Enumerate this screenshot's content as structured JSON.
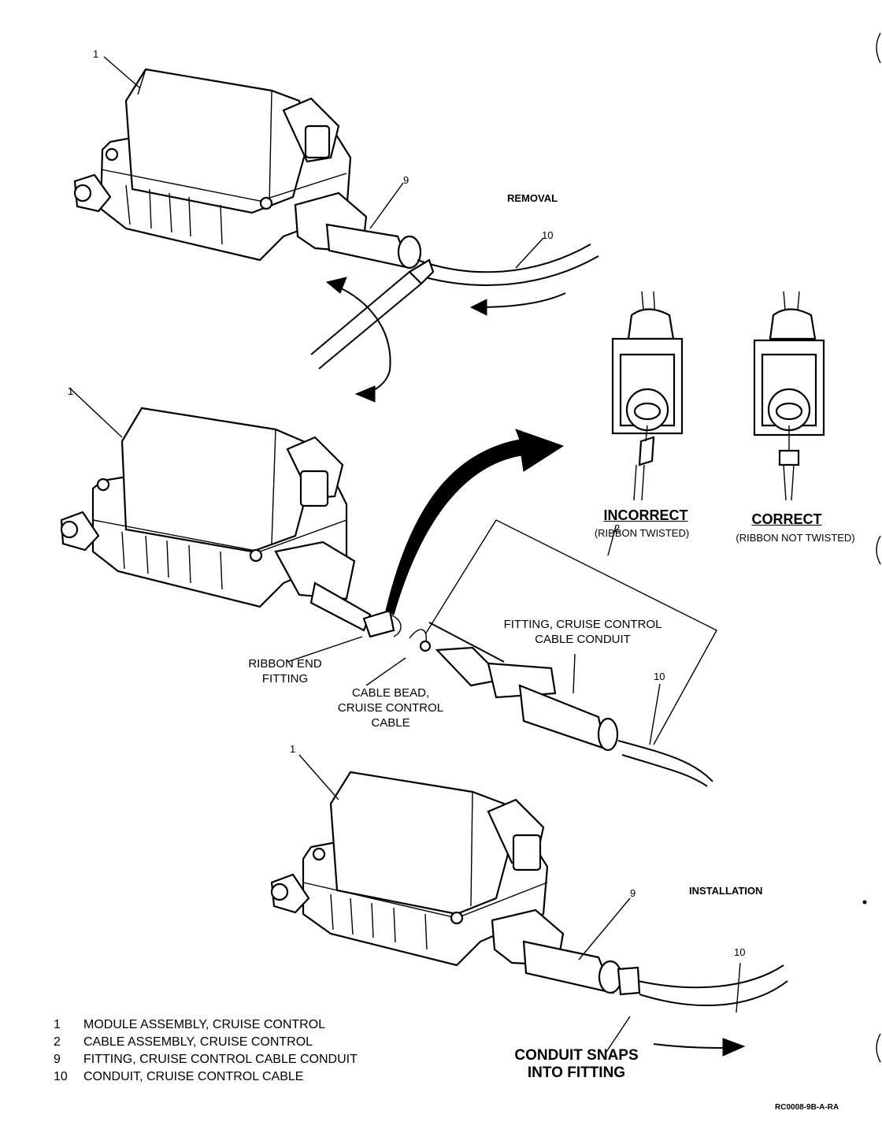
{
  "callouts": {
    "top_module": "1",
    "top_fitting": "9",
    "top_conduit": "10",
    "mid_module": "1",
    "mid_cable_assembly": "2",
    "mid_conduit": "10",
    "bottom_module": "1",
    "bottom_fitting": "9",
    "bottom_conduit": "10"
  },
  "headings": {
    "removal": "REMOVAL",
    "installation": "INSTALLATION"
  },
  "ribbon_views": {
    "incorrect_title": "INCORRECT",
    "incorrect_note": "(RIBBON  TWISTED)",
    "correct_title": "CORRECT",
    "correct_note": "(RIBBON NOT TWISTED)"
  },
  "labels": {
    "fitting_line1": "FITTING, CRUISE CONTROL",
    "fitting_line2": "CABLE CONDUIT",
    "ribbon_line1": "RIBBON END",
    "ribbon_line2": "FITTING",
    "bead_line1": "CABLE BEAD,",
    "bead_line2": "CRUISE CONTROL",
    "bead_line3": "CABLE",
    "conduit_snaps_line1": "CONDUIT SNAPS",
    "conduit_snaps_line2": "INTO  FITTING"
  },
  "legend": [
    {
      "num": "1",
      "text": "MODULE ASSEMBLY, CRUISE CONTROL"
    },
    {
      "num": "2",
      "text": "CABLE ASSEMBLY, CRUISE CONTROL"
    },
    {
      "num": "9",
      "text": "FITTING, CRUISE CONTROL CABLE CONDUIT"
    },
    {
      "num": "10",
      "text": "CONDUIT, CRUISE CONTROL CABLE"
    }
  ],
  "figure_code": "RC0008-9B-A-RA"
}
